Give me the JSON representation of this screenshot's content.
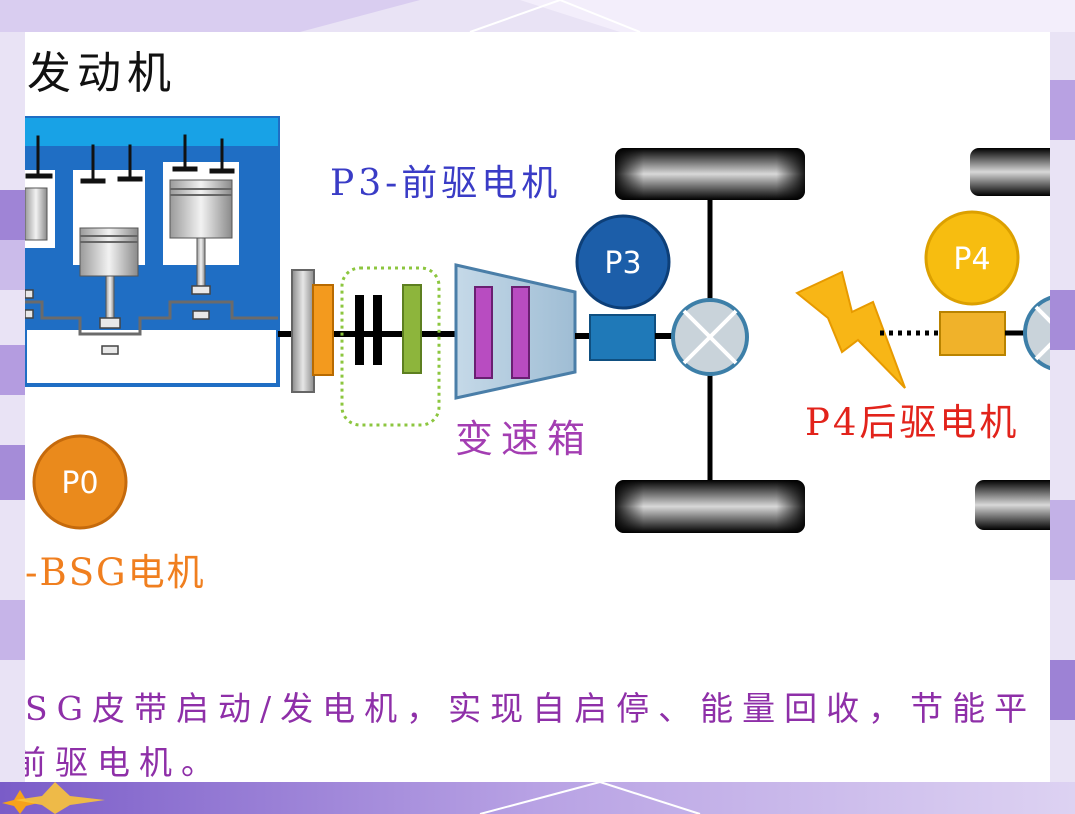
{
  "slide": {
    "title": "发动机",
    "labels": {
      "p3_motor": "P3-前驱电机",
      "gearbox": "变速箱",
      "p4_motor": "P4后驱电机",
      "p0_motor": "-BSG电机"
    },
    "badges": {
      "p0": "P0",
      "p3": "P3",
      "p4": "P4"
    },
    "description": [
      "SG皮带启动/发电机，实现自启停、能量回收，节能平",
      "前驱电机。"
    ]
  },
  "colors": {
    "title": "#111111",
    "p3_label": "#3a3cc6",
    "gearbox_label": "#a33db2",
    "p4_label": "#e2231b",
    "p0_label": "#f07f1f",
    "description": "#8e2fa8",
    "p0_badge": "#ea8a1c",
    "p3_badge": "#1c5ea9",
    "p4_badge": "#f7bd10",
    "engine_blue": "#1f6ec4",
    "lightning": "#f8b616"
  }
}
